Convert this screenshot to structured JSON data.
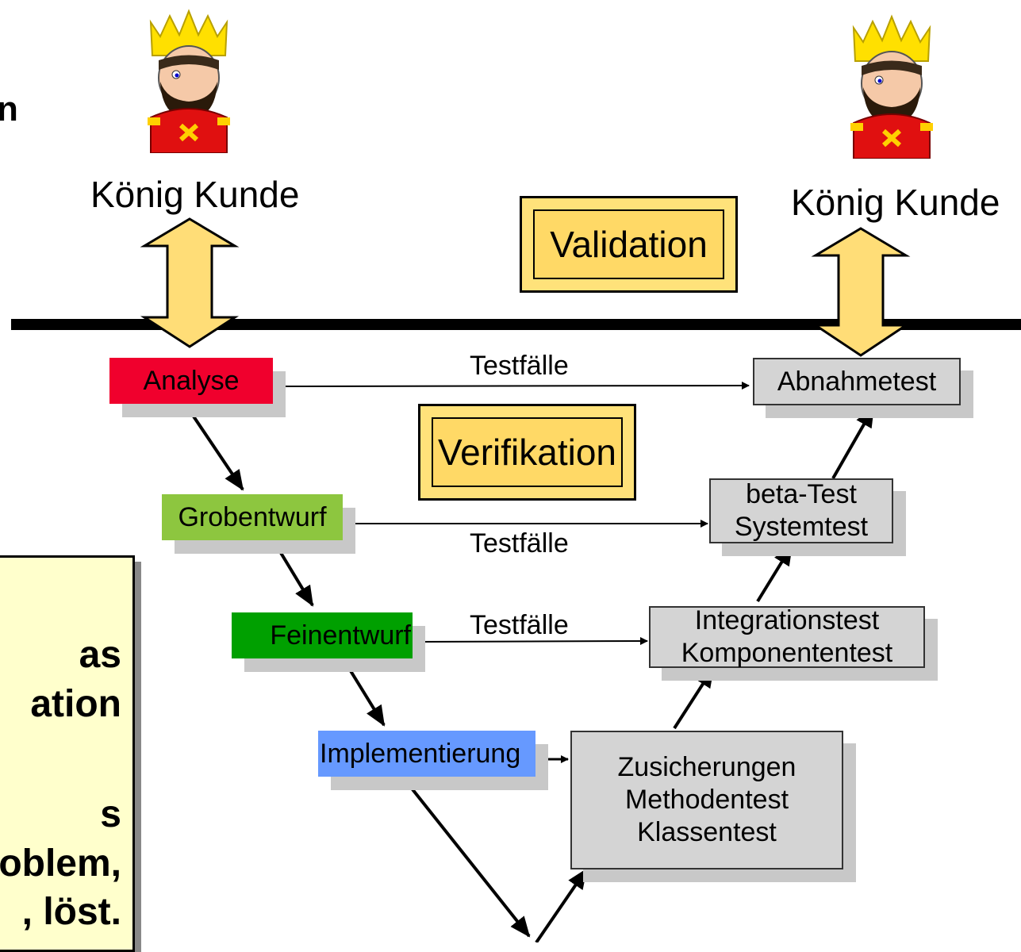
{
  "title_fragment": "n",
  "customers": {
    "left_label": "König Kunde",
    "right_label": "König Kunde",
    "icon": "king-icon"
  },
  "validation_label": "Validation",
  "verification_label": "Verifikation",
  "phases": {
    "analyse": "Analyse",
    "grobentwurf": "Grobentwurf",
    "feinentwurf": "Feinentwurf",
    "implementierung": "Implementierung"
  },
  "tests": {
    "abnahme": "Abnahmetest",
    "system_line1": "beta-Test",
    "system_line2": "Systemtest",
    "integration_line1": "Integrationstest",
    "integration_line2": "Komponententest",
    "unit_line1": "Zusicherungen",
    "unit_line2": "Methodentest",
    "unit_line3": "Klassentest"
  },
  "flow_labels": {
    "analyse_to_abnahme": "Testfälle",
    "grob_to_system": "Testfälle",
    "fein_to_integration": "Testfälle"
  },
  "note_fragments": [
    "as",
    "ation",
    "s",
    "oblem,",
    ", löst."
  ],
  "colors": {
    "analyse": "#f0002d",
    "grobentwurf": "#8dc63f",
    "feinentwurf": "#00a000",
    "implementierung": "#6699ff",
    "test_box": "#d4d4d4",
    "badge": "#ffd966",
    "double_arrow": "#ffdd77",
    "note": "#ffffcc"
  }
}
